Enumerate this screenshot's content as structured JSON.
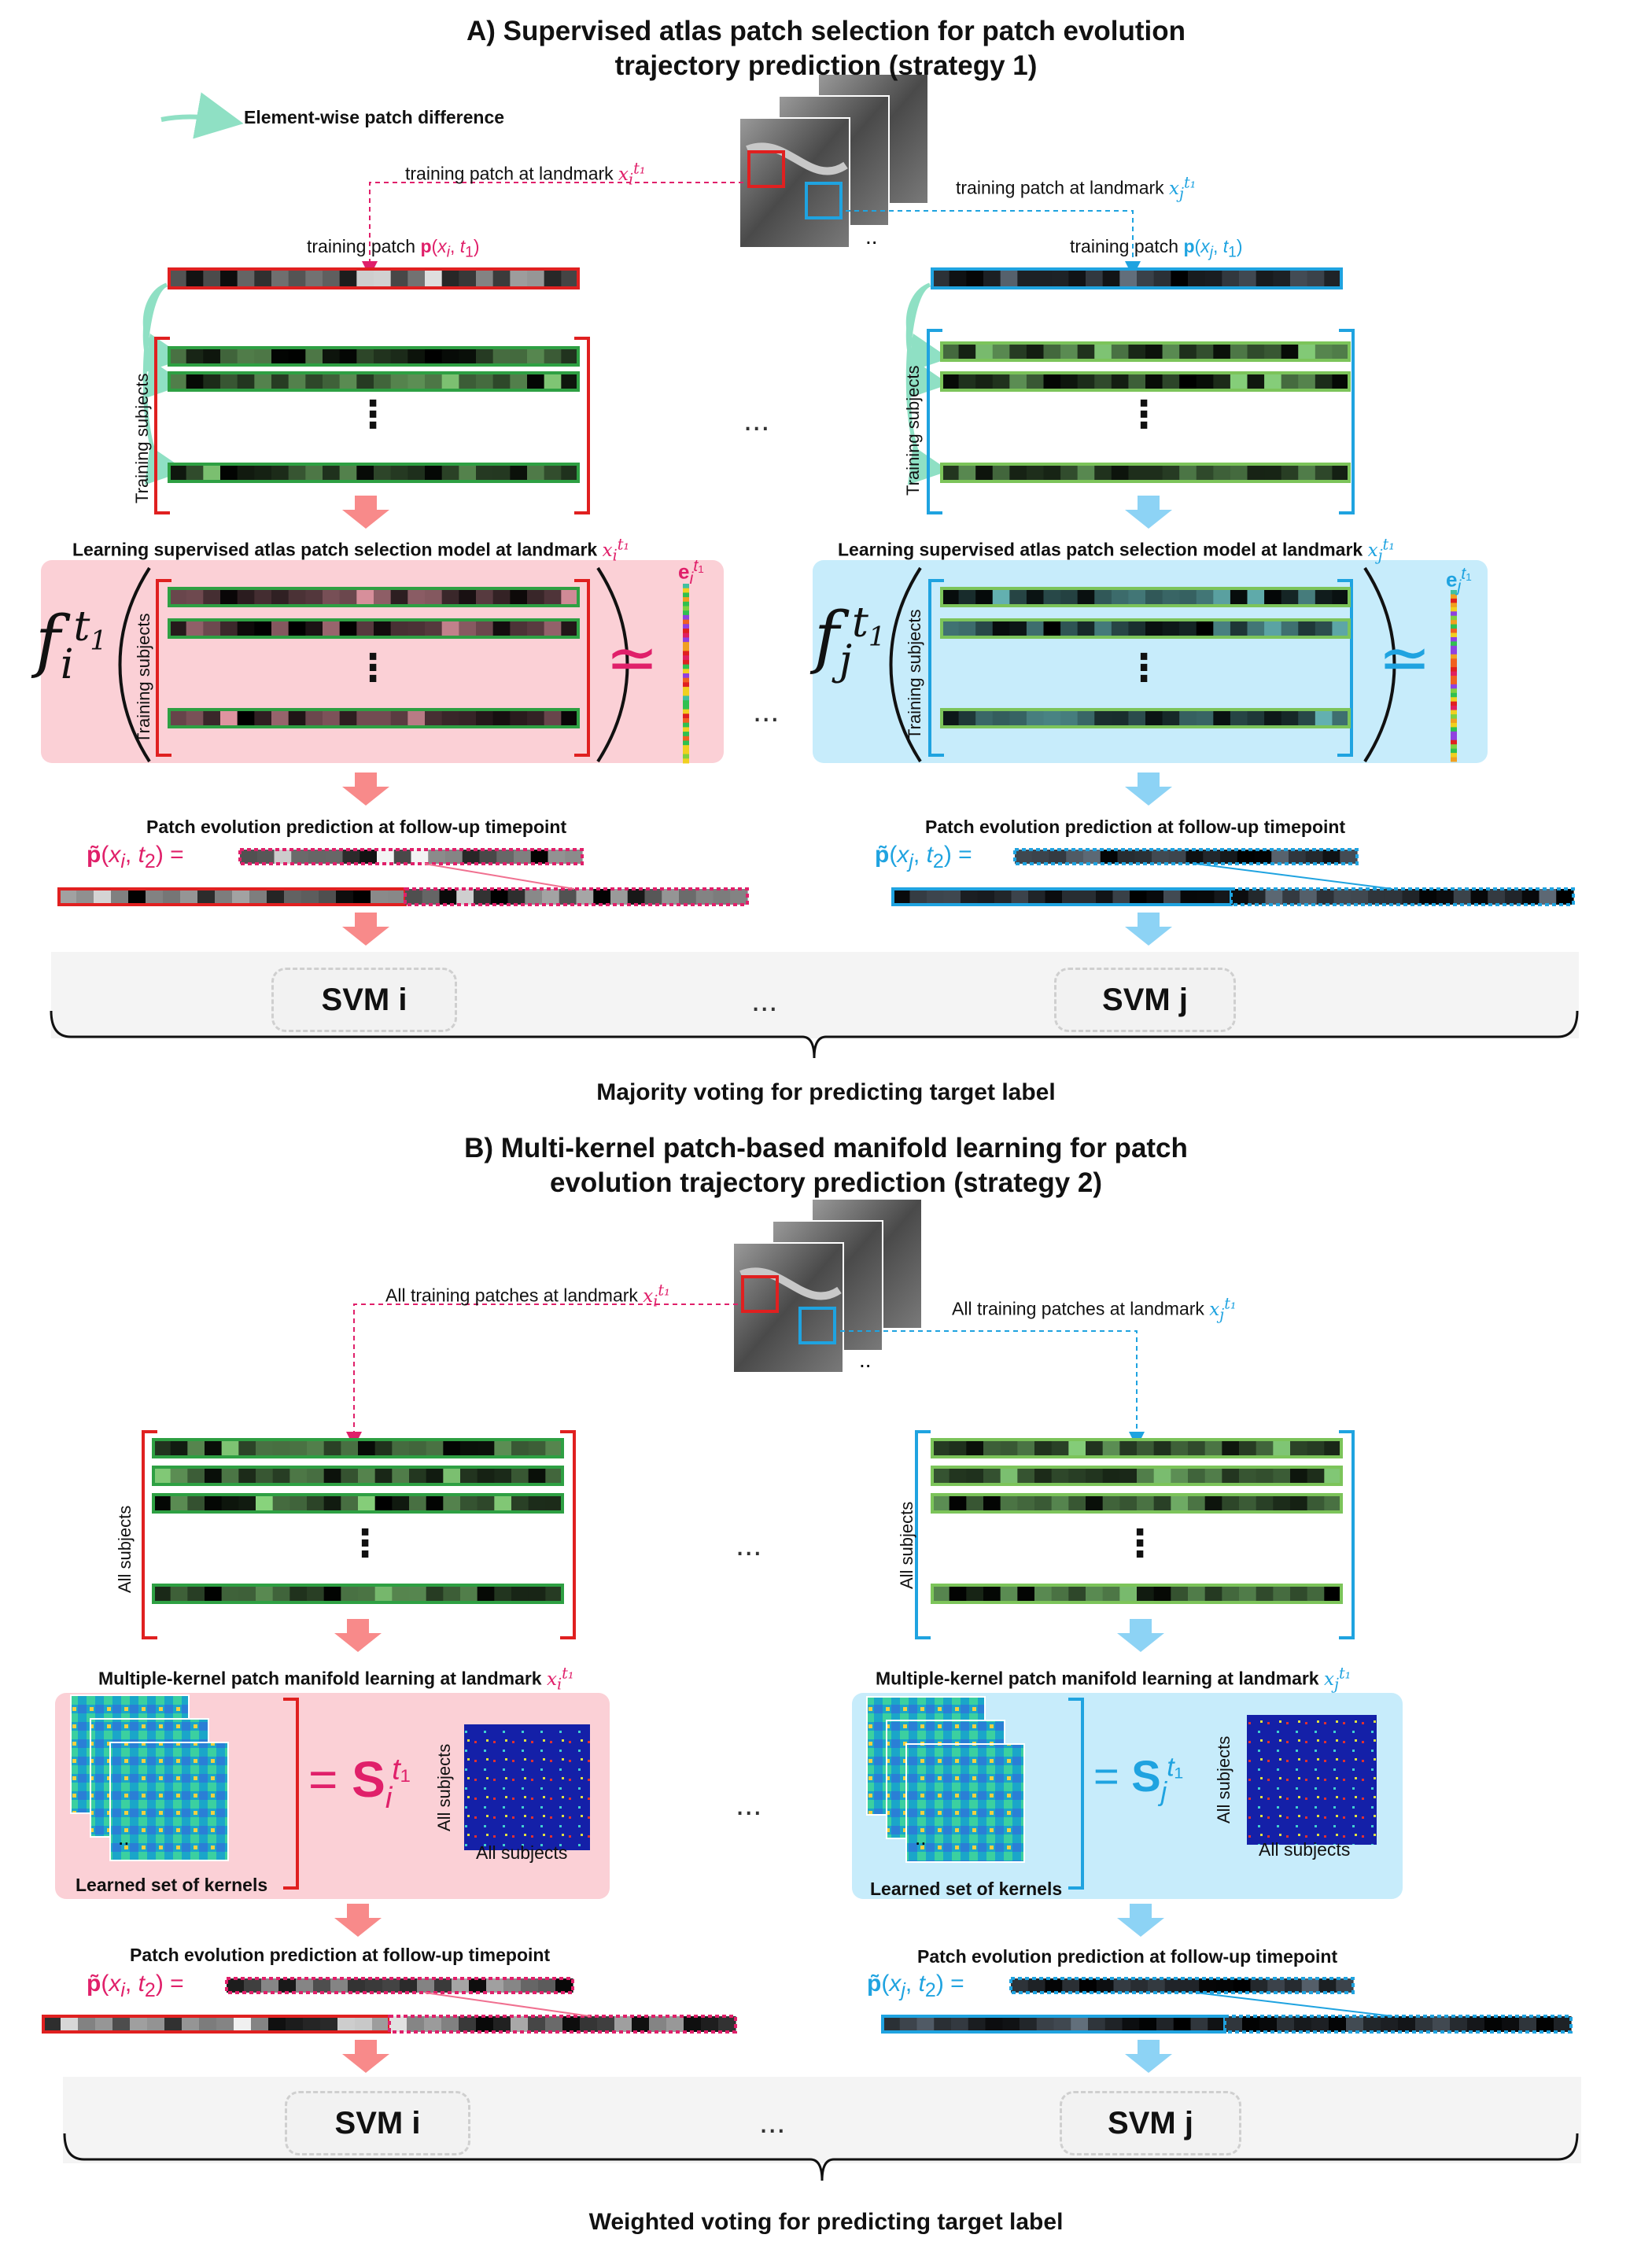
{
  "sectionA": {
    "title_line1": "A) Supervised atlas patch selection for patch evolution",
    "title_line2": "trajectory prediction (strategy 1)",
    "legend": "Element-wise patch difference",
    "train_patch_left": "training patch at landmark",
    "train_patch_right": "training patch at landmark",
    "train_patch_vec_left_prefix": "training patch",
    "train_patch_vec_right_prefix": "training patch",
    "training_subjects": "Training subjects",
    "learn_left": "Learning supervised atlas patch selection model  at landmark",
    "learn_right": "Learning supervised atlas patch selection model  at landmark",
    "pred_left": "Patch evolution prediction at follow-up timepoint",
    "pred_right": "Patch evolution prediction at follow-up timepoint",
    "svm_left": "SVM i",
    "svm_right": "SVM j",
    "ellipsis": "...",
    "footer": "Majority voting for predicting target label"
  },
  "sectionB": {
    "title_line1": "B) Multi-kernel patch-based manifold learning for patch",
    "title_line2": "evolution trajectory prediction (strategy 2)",
    "all_train_left": "All training patches at landmark",
    "all_train_right": "All training patches at landmark",
    "all_subjects": "All subjects",
    "mk_left": "Multiple-kernel patch manifold learning at landmark",
    "mk_right": "Multiple-kernel patch manifold learning at landmark",
    "learned_kernels": "Learned set of kernels",
    "pred_left": "Patch evolution prediction at follow-up timepoint",
    "pred_right": "Patch evolution prediction at follow-up timepoint",
    "svm_left": "SVM i",
    "svm_right": "SVM j",
    "ellipsis": "...",
    "footer": "Weighted voting for predicting target label"
  },
  "colors": {
    "pink_text": "#e0206a",
    "blue_text": "#1fa3e0",
    "pink_bg": "#fbd0d6",
    "blue_bg": "#c7ecfb",
    "red_box": "#e02020",
    "blue_box": "#1fa3e0",
    "green_box": "#2ea043",
    "arrow_pink": "#f88a8a",
    "arrow_blue": "#8dd3f5"
  }
}
